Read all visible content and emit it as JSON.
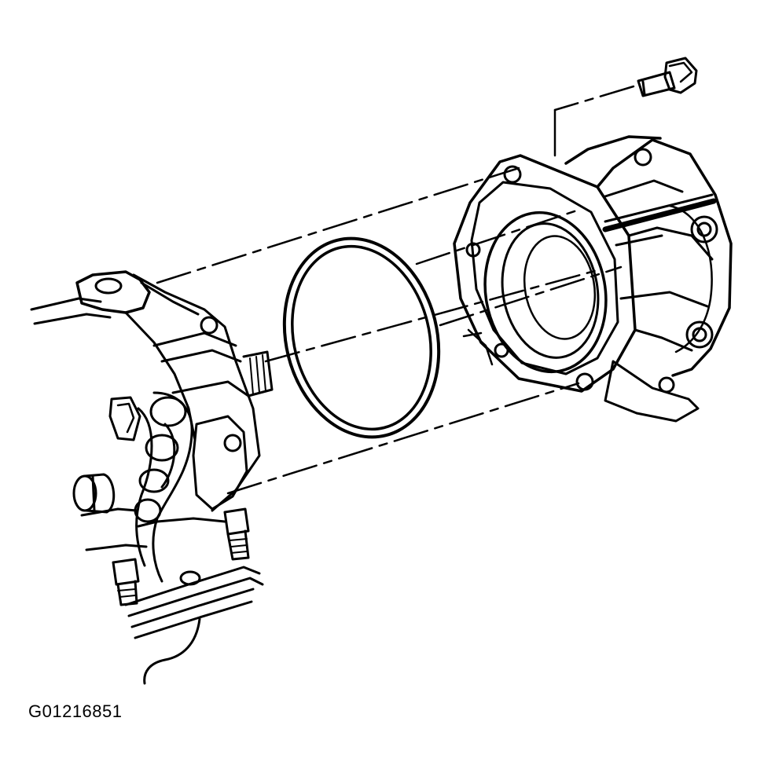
{
  "figure": {
    "id_label": "G01216851",
    "line_color": "#000000",
    "background_color": "#ffffff",
    "parts": [
      "flange-bolt",
      "extension-housing",
      "seal-ring",
      "transmission-case-rear"
    ]
  }
}
